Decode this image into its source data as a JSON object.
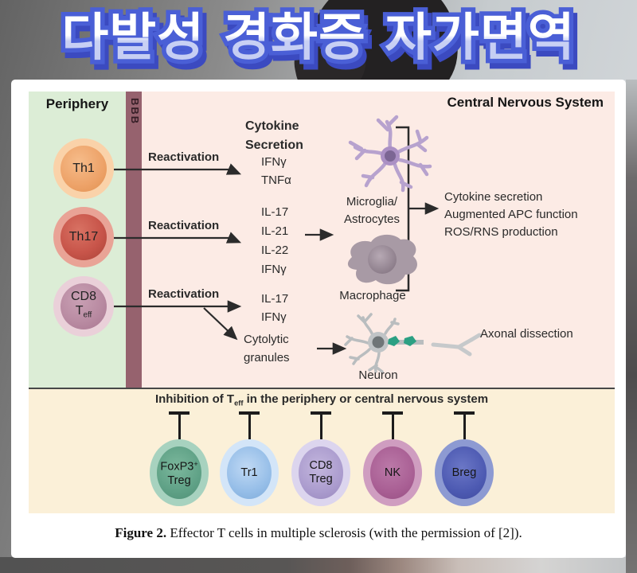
{
  "title": "다발성 경화증 자가면역",
  "colors": {
    "title_fill_top": "#ffffff",
    "title_fill_bottom": "#c5cdf3",
    "title_outline": "#4a5fd6",
    "title_shadow": "#3b4ac0",
    "periphery_bg": "#dcedd6",
    "bbb_bar": "#96626e",
    "cns_bg": "#fcebe5",
    "inhibition_bg": "#fbf0d8",
    "th1": "#efa468",
    "th17": "#c8554a",
    "cd8_teff": "#b98ba2",
    "foxp3_treg": "#5fa186",
    "tr1": "#96bee8",
    "cd8_treg": "#ab9cce",
    "nk": "#a95f94",
    "breg": "#4d5ab2",
    "microglia": "#b29cc9",
    "macrophage": "#a89aa5",
    "neuron": "#c0c4c6",
    "myelin_green": "#2ba083"
  },
  "figure": {
    "periphery_label": "Periphery",
    "bbb_label": "BBB",
    "cns_label": "Central Nervous System",
    "cytokine_header": "Cytokine\nSecretion",
    "rows": [
      {
        "cell": "Th1",
        "action": "Reactivation",
        "cytokines": "IFNγ\nTNFα"
      },
      {
        "cell": "Th17",
        "action": "Reactivation",
        "cytokines": "IL-17\nIL-21\nIL-22\nIFNγ"
      },
      {
        "cell_line1": "CD8",
        "cell_t": "T",
        "cell_sub": "eff",
        "action": "Reactivation",
        "cytokines": "IL-17\nIFNγ"
      }
    ],
    "cytolytic_label": "Cytolytic\ngranules",
    "microglia_label": "Microglia/\nAstrocytes",
    "macrophage_label": "Macrophage",
    "neuron_label": "Neuron",
    "cns_effects": "Cytokine secretion\nAugmented APC function\nROS/RNS production",
    "axonal_label": "Axonal dissection"
  },
  "inhibition": {
    "title_prefix": "Inhibition of T",
    "title_sub": "eff",
    "title_suffix": " in the periphery or central nervous system",
    "cells": [
      {
        "line1": "FoxP3",
        "sup": "+",
        "line2": "Treg"
      },
      {
        "line1": "Tr1",
        "sup": "",
        "line2": ""
      },
      {
        "line1": "CD8",
        "sup": "",
        "line2": "Treg"
      },
      {
        "line1": "NK",
        "sup": "",
        "line2": ""
      },
      {
        "line1": "Breg",
        "sup": "",
        "line2": ""
      }
    ]
  },
  "caption": {
    "label": "Figure 2.",
    "text": " Effector T cells in multiple sclerosis (with the permission of [2])."
  }
}
